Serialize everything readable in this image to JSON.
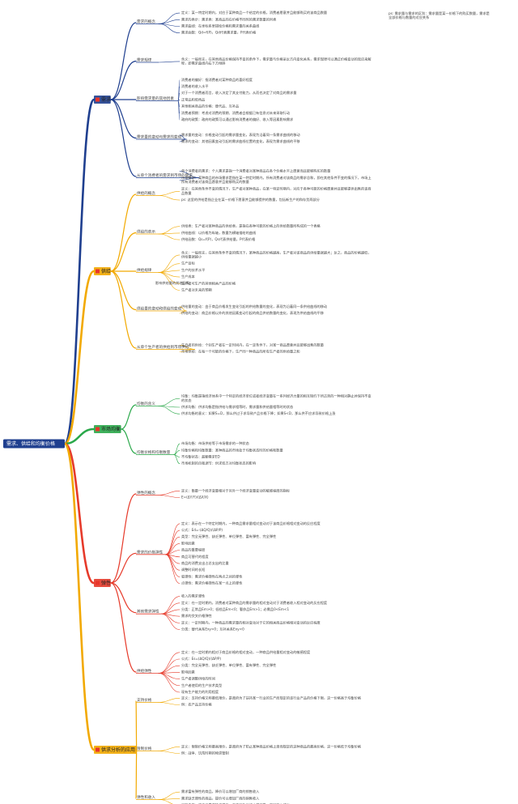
{
  "root": {
    "label": "需求、供给和均衡价格"
  },
  "branches": [
    {
      "label": "需求",
      "color": "#1f3f8f",
      "box": "#1f3f8f",
      "subs": [
        {
          "label": "需求的概念",
          "details": [
            "定义：某一特定时期内，对应于某种商品一个给定的价格，消费者愿意并且能够购买的该商品数量",
            "需求的表示：需求表：某商品的在价格不同时的需求数量的列表",
            "需求曲线：在坐标系里描绘价格和需求量的关系曲线",
            "需求函数：Qd=f(P)，Qd代表需求量，P代表价格"
          ],
          "note": "ps: 需求量与需求的区别：需求量是某一价格下的购买数量，需求是全部价格与数量的对应关系"
        },
        {
          "label": "需求规律",
          "details": [
            "含义：一般而言，在其他商品价格保持不变的条件下，需求量与价格呈反方向变化关系，需求规律可以通过价格变动的效应来解释，即需求曲线向右下方倾斜"
          ]
        },
        {
          "label": "影响需求量的其他因素",
          "details": [
            "消费者的偏好：指消费者对某种商品的喜好程度",
            "消费者的收入水平",
            "对于一个消费者而言，收入决定了其支付能力，从而也决定了对商品的需求量",
            "正常品和低档品",
            "其他相关商品的价格：替代品、互补品",
            "消费者预期：考虑对消费的预期、消费者会根据已有信息对未来采取行动",
            "政府的政策：政府的政策可以通过影响消费者的偏好、收入等因素影响需求"
          ]
        },
        {
          "label": "需求量的变动与需求的变动",
          "details": [
            "需求量的变动：价格变动引起的需求量变化，表现为沿着同一条需求曲线的移动",
            "需求的变动：其他因素变动引起的需求曲线位置的变化，表现为需求曲线的平移"
          ]
        },
        {
          "label": "从单个消费者的需求到市场的需求",
          "details": [
            "单个消费者的需求：个人需求是指一个消费者对某种商品在各个价格水平上愿意而且能够购买的数量",
            "市场需求：某种商品的市场需求是指在某一特定时期内，所有消费者对该商品的需求总和，即在其他条件不变的情况下，市场上所有消费者对该商品愿意并且能够购买的数量"
          ]
        }
      ]
    },
    {
      "label": "供给",
      "color": "#f2a900",
      "box": "#f2a900",
      "subs": [
        {
          "label": "供给的概念",
          "details": [
            "定义：在其他条件不变的情况下，生产者对某种商品，在某一特定时期内，对应于各种可能的价格愿意并且能够提供出售的该商品数量",
            "ps: 这里的供给是指企业在某一价格下愿意并且能够提供的数量，包括新生产的和存货两部分"
          ]
        },
        {
          "label": "供给的表示",
          "details": [
            "供给表：生产者对某种商品的供给表，是指在各种可能的价格上的供给数量所构成的一个表格",
            "供给曲线：以价格为纵轴，数量为横轴描绘的曲线",
            "供给函数：Qs=f(P)，Qs代表供给量，P代表价格"
          ]
        },
        {
          "label": "供给规律",
          "details": [
            "含义：一般而言，在其他条件不变的情况下，某种商品的价格越高，生产者对该商品的供给量就越大；反之，商品的价格越低，供给量就越小",
            "生产目标",
            "生产的技术水平",
            "生产成本",
            "生产者可生产的其他相关产品的价格",
            "生产者对未来的预期"
          ],
          "group": "影响供给量的其他因素"
        },
        {
          "label": "供给量的变动和供给的变动",
          "details": [
            "供给量的变动：由于商品价格发生变化引起的供给数量的变化，表现为沿着同一条供给曲线的移动",
            "供给的变动：商品价格以外的其他因素变动引起的商品供给数量的变化，表现为供给曲线的平移"
          ]
        },
        {
          "label": "从单个生产者的供给到市场供给",
          "details": [
            "生产者的供给：个别生产者在一定时间内，在一定条件下，对某一商品愿意并且能够出售的数量",
            "市场供给：在每一个可能的价格下，生产同一种商品的所有生产者的供给量之和"
          ]
        }
      ]
    },
    {
      "label": "市场均衡",
      "color": "#2aa84a",
      "box": "#2aa84a",
      "subs": [
        {
          "label": "均衡的含义",
          "details": [
            "均衡：均衡是指经济体系中一个特定的经济单位或者经济变量在一系列经济力量的相互制约下所达到的一种相对静止并保持不变的状态",
            "供求均衡：供求均衡是指供给与需求相等时，需求量和供给量相等时的状态",
            "供求均衡的意义：如果S=D，那么供过于求导致产品价格下降；如果S<D，那么供不应求导致价格上涨"
          ]
        },
        {
          "label": "均衡价格和均衡数量",
          "details": [
            "市场均衡：市场供给等于市场需求的一种状态",
            "均衡价格和均衡数量：某种商品的市场处于均衡状态时的价格和数量",
            "不均衡状态：超额需求ED",
            "市场机制的自我调节：供求双方对均衡状态的影响"
          ]
        }
      ]
    },
    {
      "label": "弹性",
      "color": "#e63a2a",
      "box": "#e63a2a",
      "subs": [
        {
          "label": "弹性的概念",
          "details": [
            "定义：衡量一个经济变量相对于另外一个经济变量变动的敏感程度的指标",
            "E=(ΔY/Y)/(ΔX/X)"
          ]
        },
        {
          "label": "需求的价格弹性",
          "details": [
            "定义：表示在一个特定时期内，一种商品需求量相对变动对于该商品价格相对变动的反应程度",
            "公式：Ed=-(ΔQ/Q)/(ΔP/P)",
            "类型：完全无弹性、缺乏弹性、单位弹性、富有弹性、完全弹性",
            "影响因素",
            "商品的重要程度",
            "商品可替代的程度",
            "商品的消费支出占总支出的比重",
            "调整时间的长短",
            "弧弹性：需求价格弹性在两点之间的弹性",
            "点弹性：需求价格弹性在某一点上的弹性"
          ]
        },
        {
          "label": "其他需求弹性",
          "details": [
            "收入的需求弹性",
            "定义：在一定时期内，消费者对某种商品的需求量的相对变动对于消费者收入相对变动的反应程度",
            "分类：正常品Em>0；低档品Em<0；奢侈品Em>1；必需品0<Em<1",
            "需求的交叉价格弹性",
            "定义：一定时期内，一种商品的需求量的相对变动对于它的相关商品价格相对变动的反应程度",
            "分类：替代关系Exy>0；互补关系Exy<0"
          ]
        },
        {
          "label": "供给弹性",
          "details": [
            "定义：在一定时期内相对于商品价格的相对变动，一种商品供给量相对变动的敏感程度",
            "公式：Es=(ΔQ/Q)/(ΔP/P)",
            "分类：完全无弹性、缺乏弹性、单位弹性、富有弹性、完全弹性",
            "影响因素",
            "生产者调整供给的时间",
            "生产者使用的生产技术类型",
            "现有生产能力的利用程度"
          ]
        }
      ]
    },
    {
      "label": "供求分析的应用",
      "color": "#f2a900",
      "box": "#f2a900",
      "subs": [
        {
          "label": "支持价格",
          "details": [
            "定义：支持价格又称最低限价，是政府为了扶持某一行业的生产而规定的该行业产品的价格下限，这一价格高于均衡价格",
            "例：农产品支持价格"
          ]
        },
        {
          "label": "限制价格",
          "details": [
            "定义：限制价格又称最高限价，是政府为了防止某种商品价格上涨而规定的这种商品的最高价格，这一价格低于均衡价格",
            "例：战争、饥荒时期的物资管制"
          ]
        },
        {
          "label": "弹性和收入",
          "details": [
            "需求富有弹性的商品，降价可以增加厂商的销售收入",
            "需求缺乏弹性的商品，提价可以增加厂商的销售收入",
            "谷贱伤农：农产品需求缺乏弹性，丰收导致价格大幅下降，农民收入减少"
          ]
        }
      ]
    }
  ]
}
